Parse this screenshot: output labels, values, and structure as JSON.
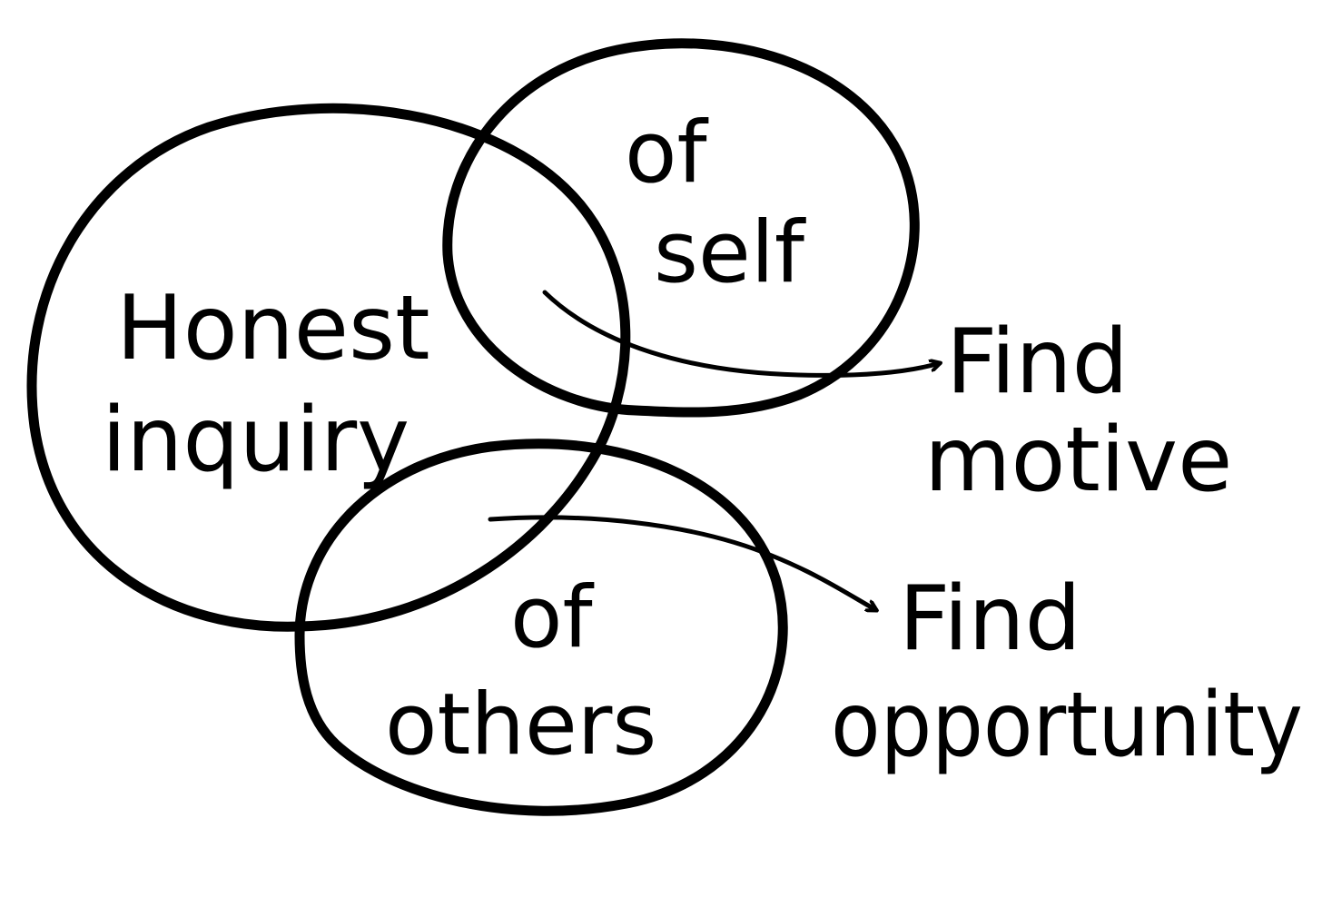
{
  "nodes": {
    "main": {
      "line1": "Honest",
      "line2": "inquiry"
    },
    "self": {
      "line1": "of",
      "line2": "self"
    },
    "others": {
      "line1": "of",
      "line2": "others"
    }
  },
  "outcomes": {
    "motive": {
      "line1": "Find",
      "line2": "motive"
    },
    "opportunity": {
      "line1": "Find",
      "line2": "opportunity"
    }
  },
  "colors": {
    "ink": "#000000",
    "paper": "#ffffff"
  }
}
